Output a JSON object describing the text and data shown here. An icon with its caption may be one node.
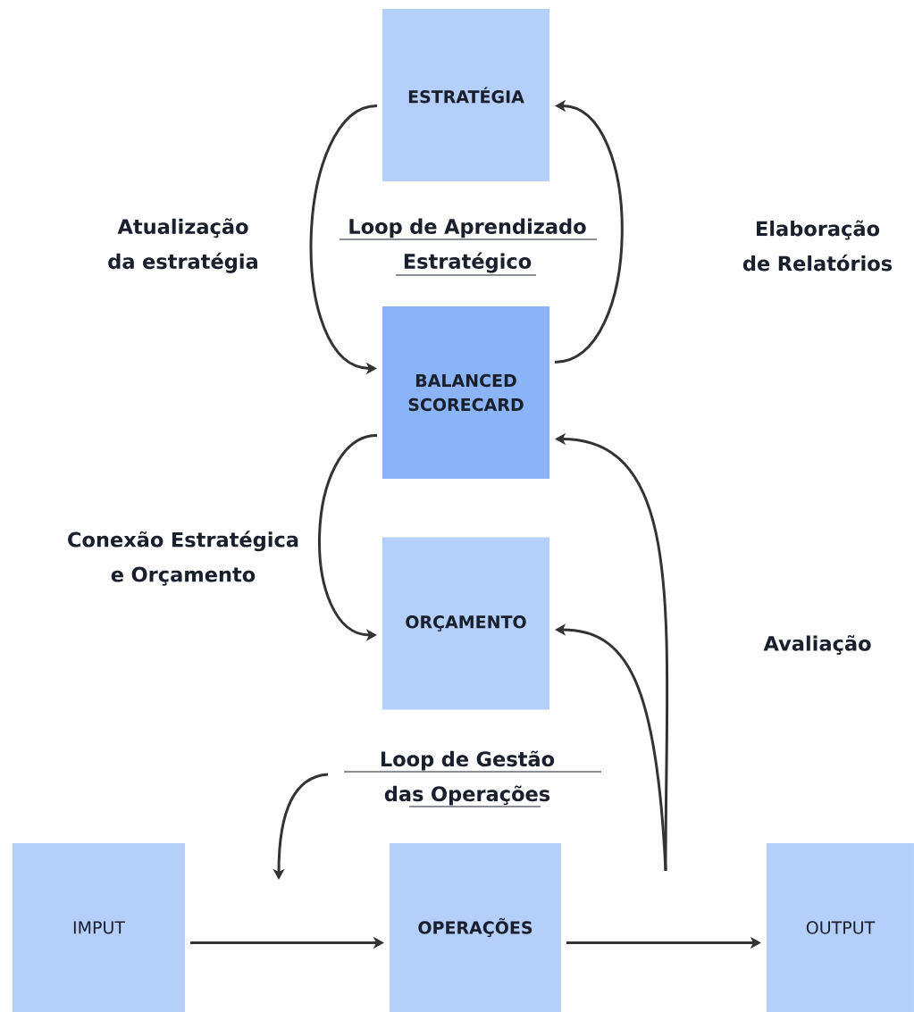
{
  "diagram": {
    "nodes": [
      {
        "text": [
          "ESTRATÉGIA"
        ]
      },
      {
        "text": [
          "BALANCED SCORECARD"
        ]
      },
      {
        "text": [
          "ORÇAMENTO"
        ]
      },
      {
        "text": [
          "Loop de Gestão das Operações"
        ]
      },
      {
        "text": [
          "IMPUT"
        ]
      },
      {
        "text": [
          "OPERAÇÕES"
        ]
      },
      {
        "text": [
          "OUTPUT"
        ]
      }
    ],
    "edges": [
      {
        "from": 0,
        "to": 1,
        "arrow": "to"
      },
      {
        "from": 1,
        "to": 0,
        "arrow": "to"
      },
      {
        "from": 1,
        "to": 2,
        "arrow": "to"
      },
      {
        "from": null,
        "to": 1,
        "arrow": "to"
      },
      {
        "from": null,
        "to": 2,
        "arrow": "to"
      },
      {
        "from": 4,
        "to": 5,
        "arrow": "to"
      },
      {
        "from": 5,
        "to": 6,
        "arrow": "to"
      },
      {
        "from": 3,
        "to": null,
        "arrow": "to"
      }
    ],
    "labels": [
      "Atualização da estratégia",
      "Loop de Aprendizado Estratégico",
      "Elaboração de Relatórios",
      "Conexão Estratégica e Orçamento",
      "Avaliação"
    ]
  }
}
